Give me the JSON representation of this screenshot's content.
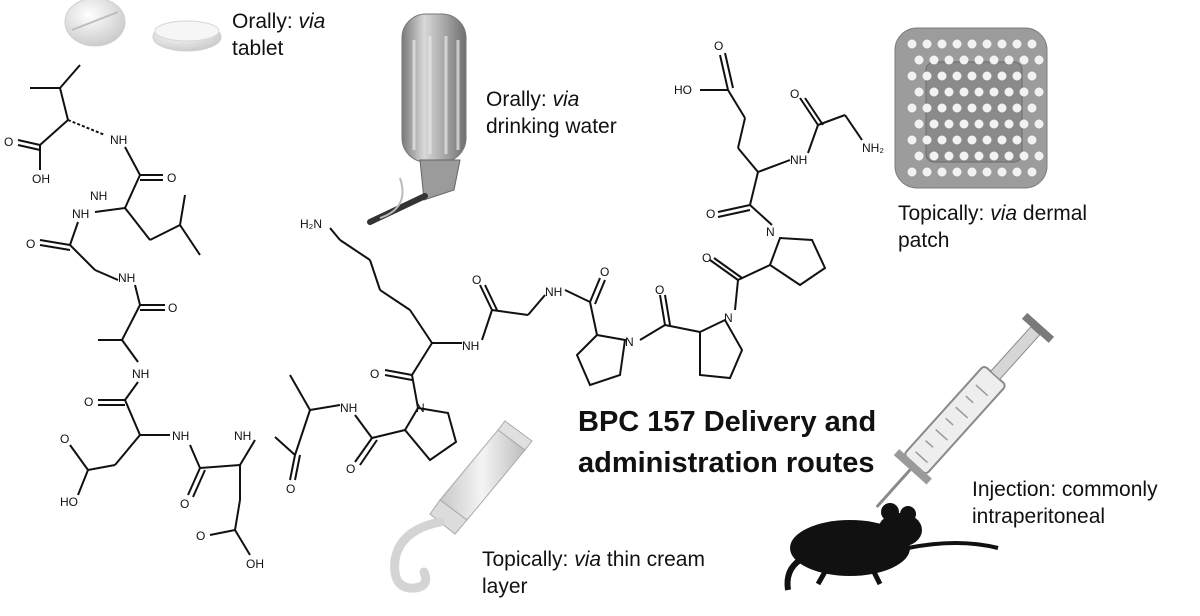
{
  "title": {
    "line1": "BPC 157 Delivery and",
    "line2": "administration routes"
  },
  "routes": {
    "tablet": {
      "prefix": "Orally: ",
      "via": "via",
      "rest": "tablet"
    },
    "water": {
      "prefix": "Orally: ",
      "via": "via",
      "rest": "drinking water"
    },
    "patch": {
      "prefix": "Topically: ",
      "via": "via",
      "rest": " dermal",
      "rest2": "patch"
    },
    "cream": {
      "prefix": "Topically: ",
      "via": "via",
      "rest": " thin cream",
      "rest2": "layer"
    },
    "injection": {
      "line1": "Injection: commonly",
      "line2": "intraperitoneal"
    }
  },
  "atoms": {
    "oh": "OH",
    "nh": "NH",
    "n": "N",
    "o": "O",
    "h2n": "H₂N",
    "nh2": "NH₂",
    "ho": "HO"
  },
  "icons": [
    "tablet-icon",
    "water-bottle-icon",
    "dermal-patch-icon",
    "cream-tube-icon",
    "syringe-icon",
    "mouse-icon"
  ]
}
